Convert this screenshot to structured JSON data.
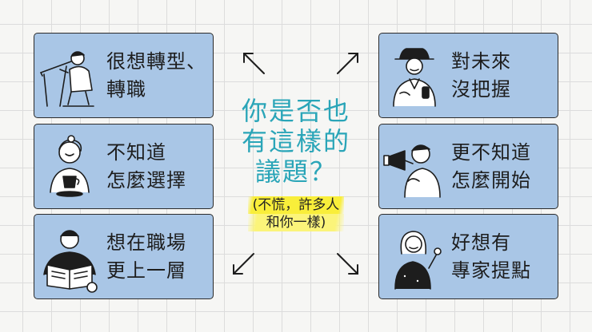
{
  "headline": {
    "line1": "你是否也",
    "line2": "有這樣的",
    "line3": "議題？"
  },
  "note": {
    "line1": "(不慌，許多人",
    "line2": "和你一樣)"
  },
  "cards": [
    {
      "line1": "很想轉型、",
      "line2": "轉職",
      "icon": "drafting-desk-person-icon"
    },
    {
      "line1": "不知道",
      "line2": "怎麼選擇",
      "icon": "person-with-cup-icon"
    },
    {
      "line1": "想在職場",
      "line2": "更上一層",
      "icon": "person-reading-icon"
    },
    {
      "line1": "對未來",
      "line2": "沒把握",
      "icon": "person-with-hat-phone-icon"
    },
    {
      "line1": "更不知道",
      "line2": "怎麼開始",
      "icon": "person-megaphone-icon"
    },
    {
      "line1": "好想有",
      "line2": "專家提點",
      "icon": "woman-waving-icon"
    }
  ],
  "colors": {
    "card_fill": "#a9c6e6",
    "headline": "#2aa5b8",
    "highlight": "#f9ee3a"
  }
}
